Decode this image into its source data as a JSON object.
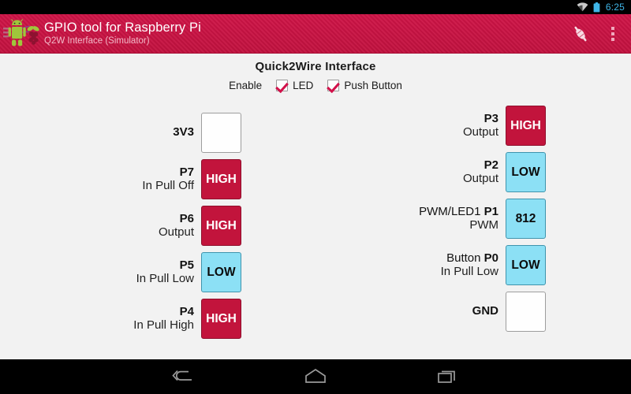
{
  "statusbar": {
    "wifi_icon": "wifi-icon",
    "battery_icon": "battery-icon",
    "time": "6:25"
  },
  "actionbar": {
    "app_icon": "android-raspberrypi-icon",
    "title": "GPIO tool for Raspberry Pi",
    "subtitle": "Q2W Interface (Simulator)",
    "connect_icon": "plug-connector-icon",
    "overflow_icon": "overflow-menu-icon"
  },
  "main": {
    "title": "Quick2Wire Interface",
    "enable_label": "Enable",
    "checkboxes": [
      {
        "label": "LED",
        "checked": true
      },
      {
        "label": "Push Button",
        "checked": true
      }
    ],
    "left_column": [
      {
        "prefix": "",
        "name": "3V3",
        "mode": "",
        "value": "",
        "state": "empty"
      },
      {
        "prefix": "",
        "name": "P7",
        "mode": "In Pull Off",
        "value": "HIGH",
        "state": "high"
      },
      {
        "prefix": "",
        "name": "P6",
        "mode": "Output",
        "value": "HIGH",
        "state": "high"
      },
      {
        "prefix": "",
        "name": "P5",
        "mode": "In Pull Low",
        "value": "LOW",
        "state": "low"
      },
      {
        "prefix": "",
        "name": "P4",
        "mode": "In Pull High",
        "value": "HIGH",
        "state": "high"
      }
    ],
    "right_column": [
      {
        "prefix": "",
        "name": "P3",
        "mode": "Output",
        "value": "HIGH",
        "state": "high"
      },
      {
        "prefix": "",
        "name": "P2",
        "mode": "Output",
        "value": "LOW",
        "state": "low"
      },
      {
        "prefix": "PWM/LED1 ",
        "name": "P1",
        "mode": "PWM",
        "value": "812",
        "state": "num"
      },
      {
        "prefix": "Button ",
        "name": "P0",
        "mode": "In Pull Low",
        "value": "LOW",
        "state": "low"
      },
      {
        "prefix": "",
        "name": "GND",
        "mode": "",
        "value": "",
        "state": "empty"
      }
    ]
  },
  "navbar": {
    "back_icon": "back-arrow-icon",
    "home_icon": "home-icon",
    "recents_icon": "recents-icon"
  },
  "colors": {
    "accent": "#c2143c",
    "actionbar": "#cf1447",
    "high": "#c2143c",
    "low": "#8ce0f5",
    "background": "#f2f2f2",
    "status_time": "#3fb6e8"
  }
}
